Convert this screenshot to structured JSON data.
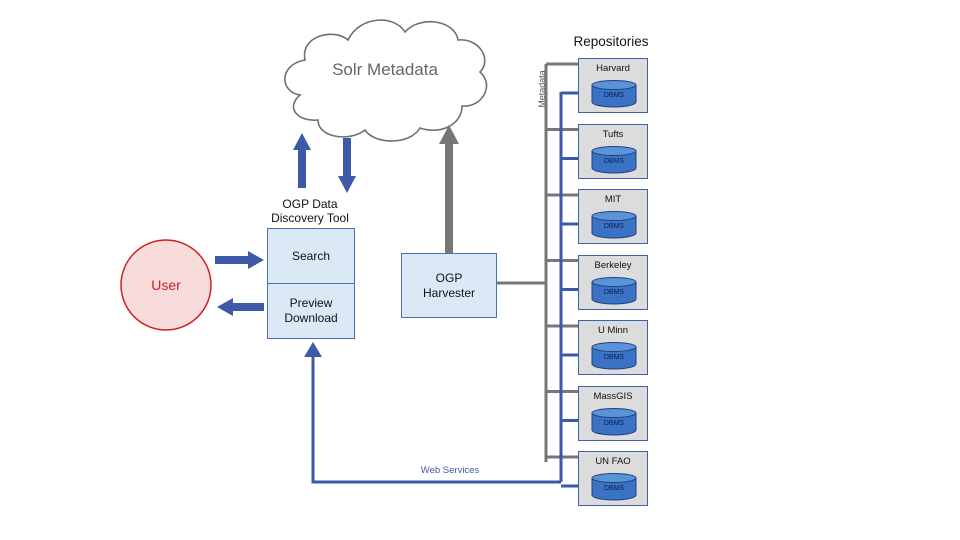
{
  "cloud": {
    "label": "Solr Metadata"
  },
  "user": {
    "label": "User"
  },
  "tool": {
    "title_line1": "OGP Data",
    "title_line2": "Discovery Tool",
    "search_label": "Search",
    "preview_label": "Preview",
    "download_label": "Download"
  },
  "harvester": {
    "line1": "OGP",
    "line2": "Harvester"
  },
  "repositories": {
    "title": "Repositories",
    "metadata_label": "Metadata",
    "db_label": "DBMS",
    "items": [
      {
        "name": "Harvard"
      },
      {
        "name": "Tufts"
      },
      {
        "name": "MIT"
      },
      {
        "name": "Berkeley"
      },
      {
        "name": "U Minn"
      },
      {
        "name": "MassGIS"
      },
      {
        "name": "UN FAO"
      }
    ]
  },
  "web_services": {
    "label": "Web Services"
  },
  "colors": {
    "blue_arrow": "#3d59a8",
    "gray_line": "#777777",
    "box_fill": "#dbe8f5",
    "user_fill": "#f8dcdc",
    "user_stroke": "#cc2222",
    "repo_fill": "#dcdcdc",
    "db_fill": "#3a73c4"
  }
}
